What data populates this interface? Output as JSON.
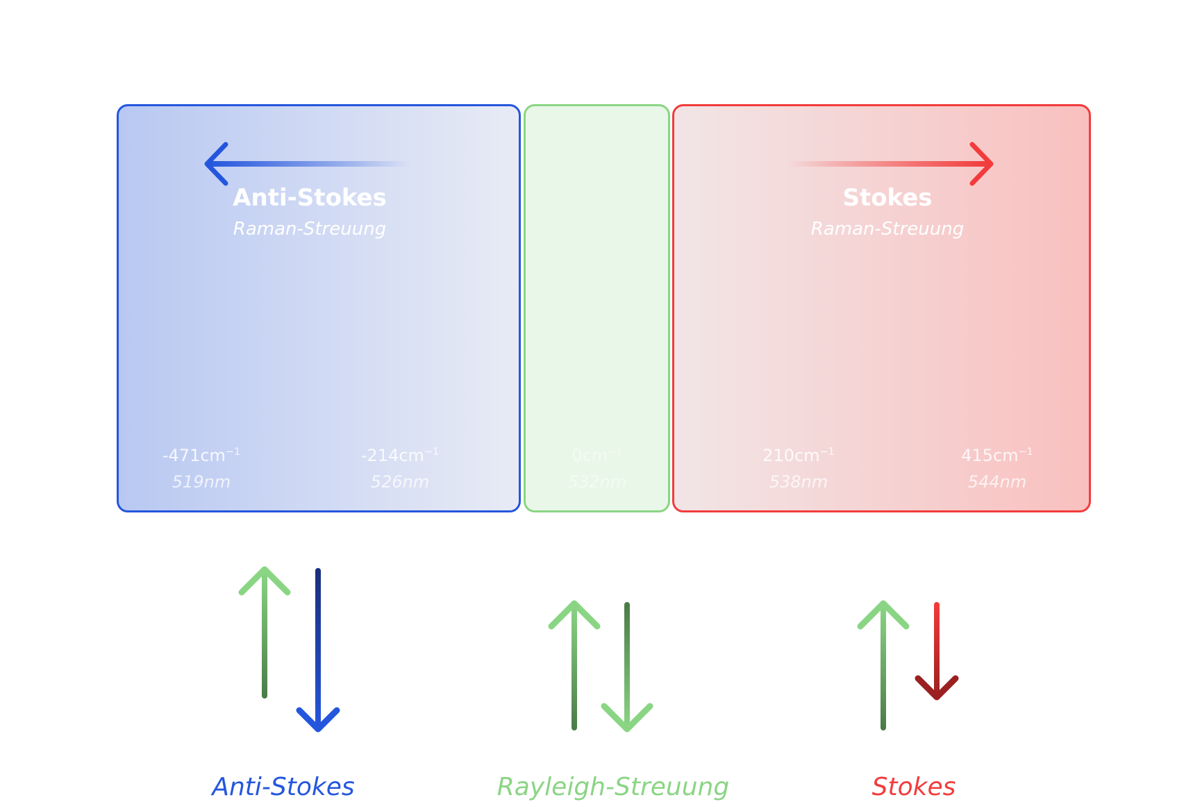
{
  "colors": {
    "anti_stokes": "#2456dd",
    "rayleigh": "#8ad584",
    "stokes": "#f23b3b"
  },
  "anti_stokes_panel": {
    "title": "Anti-Stokes",
    "subtitle": "Raman-Streuung",
    "marks": [
      {
        "shift": "-471cm",
        "wavelength": "519nm"
      },
      {
        "shift": "-214cm",
        "wavelength": "526nm"
      }
    ]
  },
  "rayleigh_panel": {
    "marks": [
      {
        "shift": "0cm",
        "wavelength": "532nm"
      }
    ]
  },
  "stokes_panel": {
    "title": "Stokes",
    "subtitle": "Raman-Streuung",
    "marks": [
      {
        "shift": "210cm",
        "wavelength": "538nm"
      },
      {
        "shift": "415cm",
        "wavelength": "544nm"
      }
    ]
  },
  "unit_exponent": "−1",
  "legend": {
    "anti_stokes": "Anti-Stokes",
    "rayleigh": "Rayleigh-Streuung",
    "stokes": "Stokes"
  }
}
